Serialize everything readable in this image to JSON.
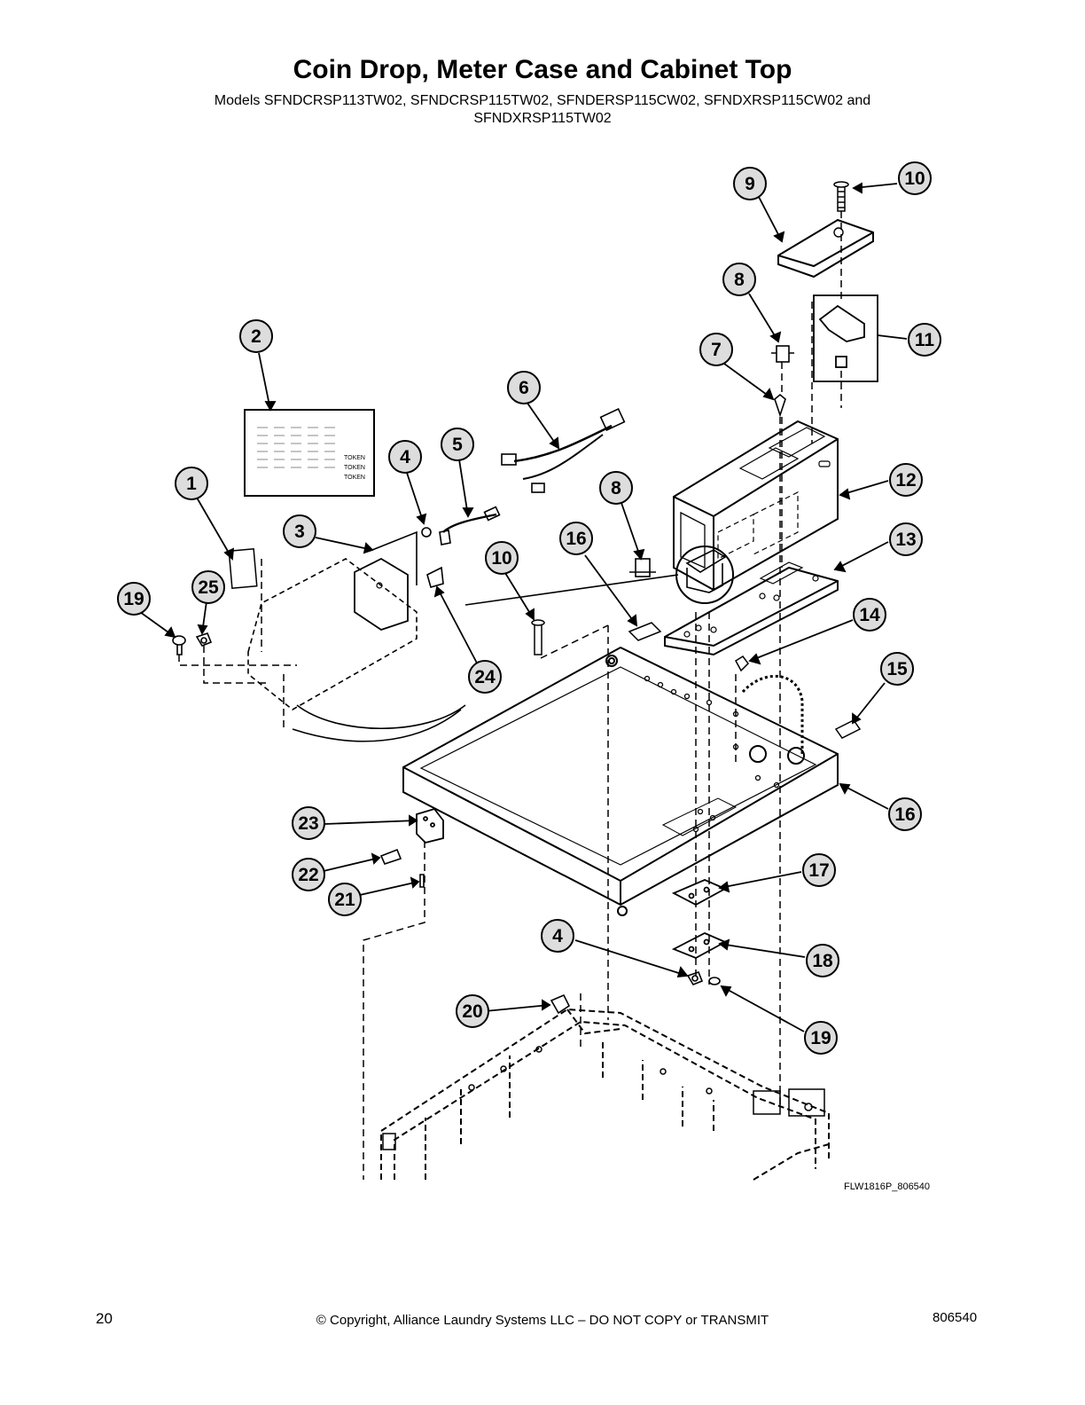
{
  "header": {
    "title": "Coin Drop, Meter Case and Cabinet Top",
    "subtitle_line1": "Models SFNDCRSP113TW02, SFNDCRSP115TW02, SFNDERSP115CW02, SFNDXRSP115CW02 and",
    "subtitle_line2": "SFNDXRSP115TW02"
  },
  "decal": {
    "token_labels": [
      "TOKEN",
      "TOKEN",
      "TOKEN"
    ]
  },
  "callouts": [
    "1",
    "2",
    "3",
    "4",
    "5",
    "6",
    "7",
    "8",
    "9",
    "10",
    "11",
    "12",
    "13",
    "14",
    "15",
    "16",
    "8",
    "10",
    "16",
    "17",
    "18",
    "19",
    "4",
    "19",
    "20",
    "21",
    "22",
    "23",
    "24",
    "25"
  ],
  "figure_code": "FLW1816P_806540",
  "footer": {
    "page_number": "20",
    "copyright": "© Copyright, Alliance Laundry Systems LLC – DO NOT COPY or TRANSMIT",
    "doc_number": "806540"
  }
}
